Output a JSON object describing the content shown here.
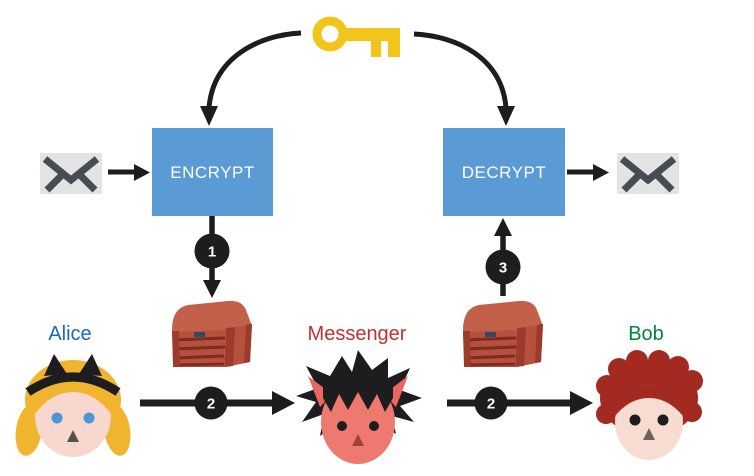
{
  "diagram": {
    "boxes": {
      "encrypt_label": "ENCRYPT",
      "decrypt_label": "DECRYPT",
      "box_color": "#5B9BD5"
    },
    "steps": {
      "step1": "1",
      "step2_left": "2",
      "step2_right": "2",
      "step3": "3",
      "badge_color": "#1D1D1F"
    },
    "actors": {
      "alice": {
        "label": "Alice",
        "color": "#1A66C2"
      },
      "messenger": {
        "label": "Messenger",
        "color": "#C5302C"
      },
      "bob": {
        "label": "Bob",
        "color": "#00843D"
      }
    },
    "icons": {
      "key": "key-icon",
      "message_left": "envelope-icon",
      "message_right": "envelope-icon",
      "chest_left": "locked-chest-icon",
      "chest_right": "locked-chest-icon"
    },
    "colors": {
      "key_gold": "#F2C51D",
      "arrow_black": "#1D1D1F",
      "envelope_bg": "#E2E4E4",
      "envelope_glyph": "#474C52",
      "chest_body": "#B5513C",
      "chest_lid": "#C2604A"
    }
  }
}
